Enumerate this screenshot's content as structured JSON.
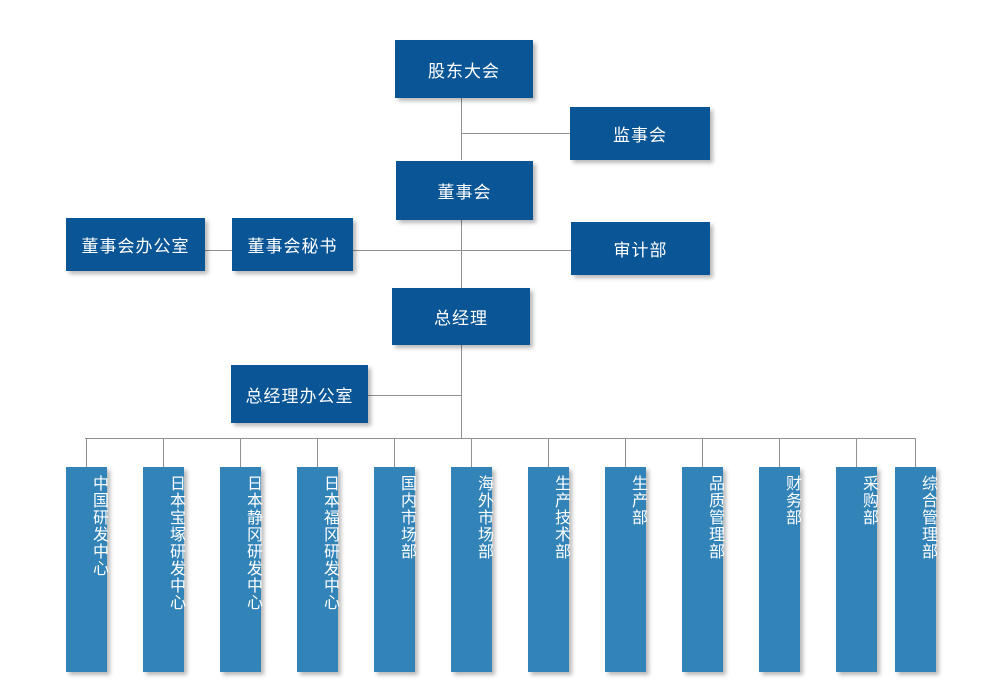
{
  "chart": {
    "type": "org-chart",
    "title": "",
    "colors": {
      "executive_box": "#0a5595",
      "department_box": "#3283b8",
      "connector_line": "#8f9194",
      "text": "#ffffff",
      "background": "#ffffff"
    }
  },
  "executive": {
    "shareholders_meeting": "股东大会",
    "board_of_supervisors": "监事会",
    "board_of_directors": "董事会",
    "board_office": "董事会办公室",
    "board_secretary": "董事会秘书",
    "audit_department": "审计部",
    "general_manager": "总经理",
    "gm_office": "总经理办公室"
  },
  "departments": [
    {
      "name": "中国研发中心"
    },
    {
      "name": "日本宝塚研发中心"
    },
    {
      "name": "日本静冈研发中心"
    },
    {
      "name": "日本福冈研发中心"
    },
    {
      "name": "国内市场部"
    },
    {
      "name": "海外市场部"
    },
    {
      "name": "生产技术部"
    },
    {
      "name": "生产部"
    },
    {
      "name": "品质管理部"
    },
    {
      "name": "财务部"
    },
    {
      "name": "采购部"
    },
    {
      "name": "综合管理部"
    }
  ]
}
